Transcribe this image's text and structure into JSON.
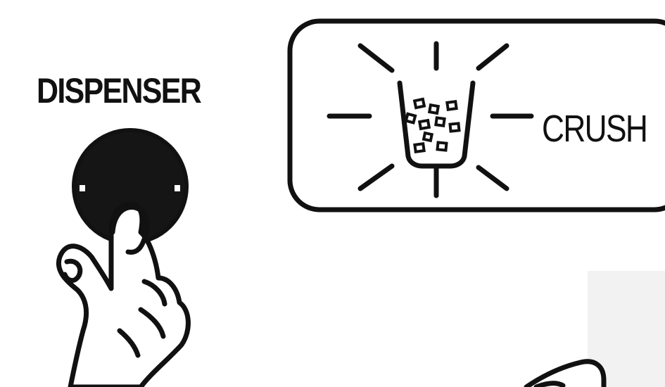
{
  "dispenser": {
    "label": "DISPENSER",
    "button_icon": "round-dispenser-button",
    "hand_icon": "pointing-hand-icon"
  },
  "indicator": {
    "label": "CRUSH",
    "icon": "glass-with-crushed-ice-icon",
    "rays_icon": "glow-rays-icon"
  },
  "corner_artifact": {
    "icon": "partial-hand-icon"
  },
  "colors": {
    "ink": "#111111",
    "background": "#ffffff",
    "fade": "#f2f2f2"
  }
}
